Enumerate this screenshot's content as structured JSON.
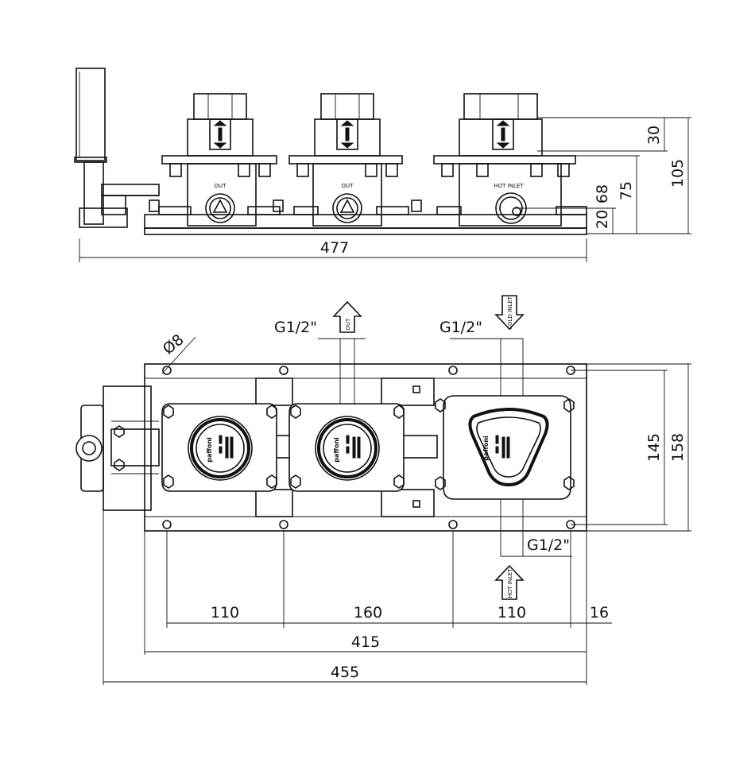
{
  "front_view": {
    "dimensions": {
      "total_width": "477",
      "head_height": "30",
      "total_height": "105",
      "outlet_height_a": "68",
      "outlet_height_b": "75",
      "base_height": "20"
    },
    "module_labels": [
      "OUT",
      "OUT",
      "HOT INLET"
    ]
  },
  "plan_view": {
    "connections": {
      "out_thread": "G1/2\"",
      "cold_thread": "G1/2\"",
      "hot_thread": "G1/2\"",
      "out_label": "OUT",
      "cold_label": "COLD INLET",
      "hot_label": "HOT INLET"
    },
    "hole_diameter": "Ø8",
    "dimensions": {
      "spacing_1": "110",
      "spacing_2": "160",
      "spacing_3": "110",
      "edge_offset": "16",
      "hole_span": "415",
      "overall_width": "455",
      "inner_height": "145",
      "overall_height": "158"
    },
    "brand": "paffoni"
  },
  "icons": [
    "arrow-up-icon",
    "arrow-down-icon",
    "hex-nut-icon",
    "screw-icon"
  ]
}
